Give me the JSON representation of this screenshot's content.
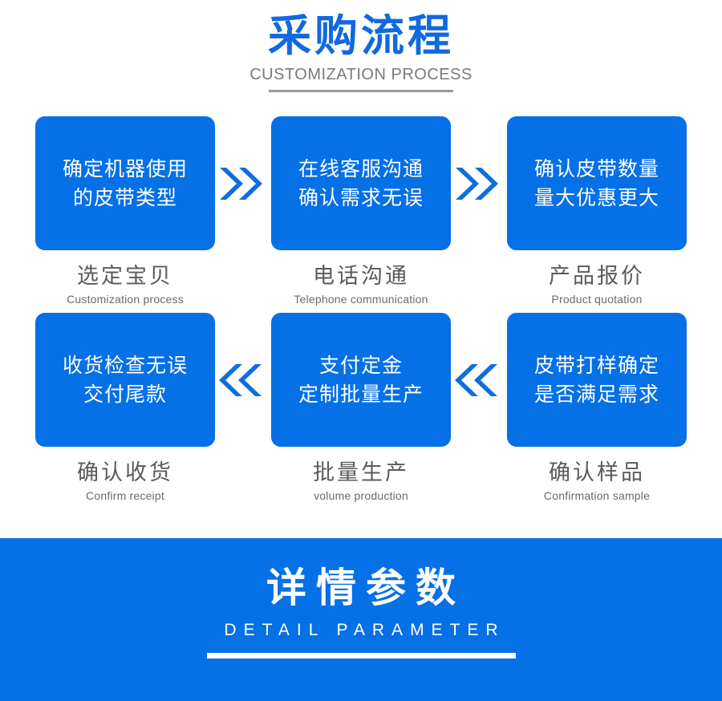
{
  "header": {
    "title": "采购流程",
    "subtitle": "CUSTOMIZATION PROCESS",
    "accent_color": "#1169e0",
    "rule_color": "#9a9a9a"
  },
  "flow": {
    "box_color": "#0670e6",
    "box_text_color": "#ffffff",
    "caption_cn_color": "#5b5b5b",
    "caption_en_color": "#6a6a6a",
    "arrow_color": "#0e6edb",
    "rows": [
      {
        "direction": "right",
        "arrow_icon": "double-chevron-right-icon",
        "steps": [
          {
            "line1": "确定机器使用",
            "line2": "的皮带类型",
            "caption_cn": "选定宝贝",
            "caption_en": "Customization process"
          },
          {
            "line1": "在线客服沟通",
            "line2": "确认需求无误",
            "caption_cn": "电话沟通",
            "caption_en": "Telephone communication"
          },
          {
            "line1": "确认皮带数量",
            "line2": "量大优惠更大",
            "caption_cn": "产品报价",
            "caption_en": "Product quotation"
          }
        ]
      },
      {
        "direction": "left",
        "arrow_icon": "double-chevron-left-icon",
        "steps": [
          {
            "line1": "收货检查无误",
            "line2": "交付尾款",
            "caption_cn": "确认收货",
            "caption_en": "Confirm receipt"
          },
          {
            "line1": "支付定金",
            "line2": "定制批量生产",
            "caption_cn": "批量生产",
            "caption_en": "volume production"
          },
          {
            "line1": "皮带打样确定",
            "line2": "是否满足需求",
            "caption_cn": "确认样品",
            "caption_en": "Confirmation sample"
          }
        ]
      }
    ]
  },
  "banner": {
    "title": "详情参数",
    "subtitle": "DETAIL PARAMETER",
    "background_color": "#0670e6",
    "text_color": "#ffffff"
  }
}
